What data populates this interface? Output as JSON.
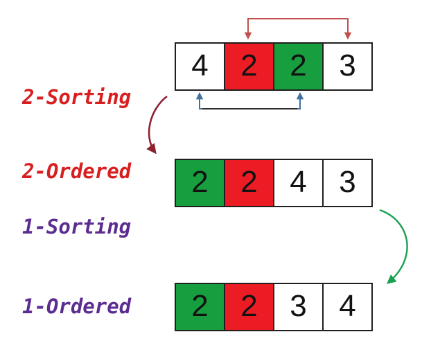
{
  "colors": {
    "cell_red": "#ec1c24",
    "cell_green": "#179e3f",
    "cell_white": "#ffffff",
    "cell_border": "#1f1f1f",
    "digit": "#121212",
    "label_red": "#d81e1e",
    "label_purple": "#5c2d91",
    "bracket_red": "#c0504d",
    "bracket_blue": "#41719c",
    "bracket_dark": "#2e2e2e",
    "arrow_maroon": "#8e2130",
    "arrow_green": "#1aa053"
  },
  "labels": {
    "sorting2": {
      "text": "2-Sorting",
      "color": "#d81e1e"
    },
    "ordered2": {
      "text": "2-Ordered",
      "color": "#d81e1e"
    },
    "sorting1": {
      "text": "1-Sorting",
      "color": "#5c2d91"
    },
    "ordered1": {
      "text": "1-Ordered",
      "color": "#5c2d91"
    }
  },
  "arrays": {
    "top": {
      "cells": [
        {
          "value": "4",
          "bg": "#ffffff"
        },
        {
          "value": "2",
          "bg": "#ec1c24"
        },
        {
          "value": "2",
          "bg": "#179e3f"
        },
        {
          "value": "3",
          "bg": "#ffffff"
        }
      ]
    },
    "middle": {
      "cells": [
        {
          "value": "2",
          "bg": "#179e3f"
        },
        {
          "value": "2",
          "bg": "#ec1c24"
        },
        {
          "value": "4",
          "bg": "#ffffff"
        },
        {
          "value": "3",
          "bg": "#ffffff"
        }
      ]
    },
    "bottom": {
      "cells": [
        {
          "value": "2",
          "bg": "#179e3f"
        },
        {
          "value": "2",
          "bg": "#ec1c24"
        },
        {
          "value": "3",
          "bg": "#ffffff"
        },
        {
          "value": "4",
          "bg": "#ffffff"
        }
      ]
    }
  },
  "arrows": {
    "top_bracket": "red-gap2-compare-arrow",
    "bottom_bracket": "blue-gap2-compare-arrow",
    "left_curve": "maroon-step-arrow",
    "right_curve": "green-step-arrow"
  }
}
